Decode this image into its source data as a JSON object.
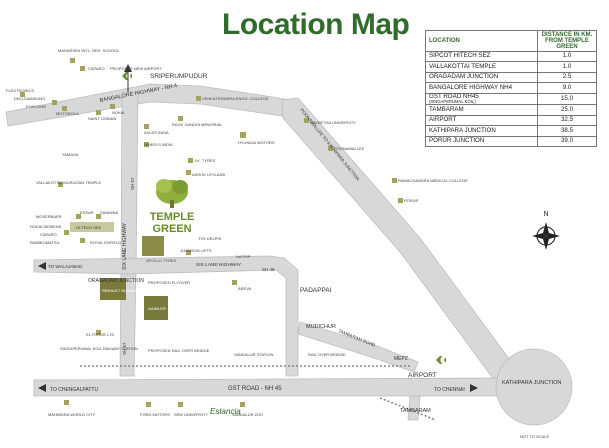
{
  "title": "Location Map",
  "table": {
    "headers": [
      "LOCATION",
      "DISTANCE IN KM. FROM TEMPLE GREEN"
    ],
    "rows": [
      {
        "location": "SIPCOT HITECH SEZ",
        "sub": "",
        "distance": "1.0"
      },
      {
        "location": "VALLAKOTTAI TEMPLE",
        "sub": "",
        "distance": "1.0"
      },
      {
        "location": "ORAGADAM JUNCTION",
        "sub": "",
        "distance": "2.5"
      },
      {
        "location": "BANGALORE HIGHWAY NH4",
        "sub": "",
        "distance": "9.0"
      },
      {
        "location": "GST ROAD NH45",
        "sub": "(SINGAPERUMAL KOIL)",
        "distance": "15.0"
      },
      {
        "location": "TAMBARAM",
        "sub": "",
        "distance": "25.0"
      },
      {
        "location": "AIRPORT",
        "sub": "",
        "distance": "32.5"
      },
      {
        "location": "KATHIPARA JUNCTION",
        "sub": "",
        "distance": "38.5"
      },
      {
        "location": "PORUR JUNCTION",
        "sub": "",
        "distance": "39.0"
      }
    ]
  },
  "logo": {
    "line1": "TEMPLE",
    "line2": "GREEN",
    "color": "#6a8a2a"
  },
  "colors": {
    "road": "#d8d8d8",
    "road_edge": "#b8b8b8",
    "landmark": "#a3a35a",
    "title": "#2f6b2a",
    "text": "#333333"
  },
  "map": {
    "towns": [
      "SRIPERUMPUDUR",
      "PADAPPAI",
      "MUDICHUR",
      "AIRPORT",
      "TAMBARAM",
      "KATHIPARA JUNCTION",
      "MEPZ"
    ],
    "roads": {
      "bangalore_hwy": "BANGALORE HIGHWAY - NH 4",
      "six_lane_vert": "SIX LANE HIGHWAY",
      "six_lane_horiz": "SIX LANE HIGHWAY",
      "sh57": "SH 57",
      "sh48": "SH 48",
      "poonamallee": "POONAMALLEE TO KATHIPARA JUNCTION",
      "gst": "GST ROAD - NH 45",
      "tambaram_road": "TAMBARAM ROAD",
      "to_walajabad": "TO WALAJABAD",
      "to_chengalpattu": "TO CHENGALPATTU",
      "to_chennai": "TO CHENNAI",
      "oragadam": "ORAGADAM JUNCTION"
    },
    "places": {
      "mahindra_intl": "MAHARISHI INTL. RES. SCHOOL",
      "caparo_top": "CAPARO",
      "new_airport": "PROPOSED NEW AIRPORT",
      "flextronics": "FLEXTRONICS",
      "dell": "DELL/SAMSUNG",
      "foxconn": "FOXCONN",
      "motorola": "MOTOROLA",
      "saint_gobain": "SAINT GOBAIN",
      "nokia": "NOKIA",
      "venkat": "VENKATESWARA ENGG. COLLEGE",
      "rajiv": "RAJIV GANDHI MEMORIAL",
      "saveetha": "SAVEETHA UNIVERSITY",
      "axles": "AXLES INDIA",
      "wheels": "WHEELS INDIA",
      "hyundai": "HYUNDAI MOTORS",
      "poonamallee_town": "POONAMALLEE",
      "yamaha": "YAMAHA",
      "jk": "J.K. TYRES",
      "vallakottai": "VALLAKOTTAI MURUGAN TEMPLE",
      "ashok": "ASHOK LEYLAND",
      "ramachandra": "RAMACHANDRA MEDICAL COLLEGE",
      "porur": "PORUR",
      "mosenbaer": "MOSERBAER",
      "essar": "ESSAR",
      "sanmina": "SANMINA",
      "nokia_siemens": "NOKIA SIEMENS",
      "hitech": "HI-TECH SEZ",
      "caparo2": "CAPARO",
      "komatsu": "KOMATSU",
      "royal": "ROYAL ENFIELD",
      "rane": "RANE",
      "tvs": "TVS DELPHI",
      "apollo": "APOLLO TYRES",
      "johnson": "JOHNSON LIFTS",
      "natrip": "NATRIP",
      "renault": "RENAULT NISSAN",
      "flyover": "PROPOSED FLYOVER",
      "areva": "AREVA",
      "daimler": "DAIMLER",
      "el_forge": "EL FORGE LTD",
      "singaperumal": "SINGAPERUMAL KOIL RAILWAY STATION",
      "rail_bridge": "PROPOSED RAIL OVER BRIDGE",
      "vandalur_station": "VANDALUR STATION",
      "rail_over": "RAIL OVER BRIDGE",
      "mahindra_city": "MAHINDRA WORLD CITY",
      "ford": "FORD MOTORS",
      "srm": "SRM UNIVERSITY",
      "etrance": "Estancia",
      "vandalur_zoo": "VANDALUR ZOO"
    },
    "footnote": "NOT TO SCALE",
    "north": "N"
  }
}
